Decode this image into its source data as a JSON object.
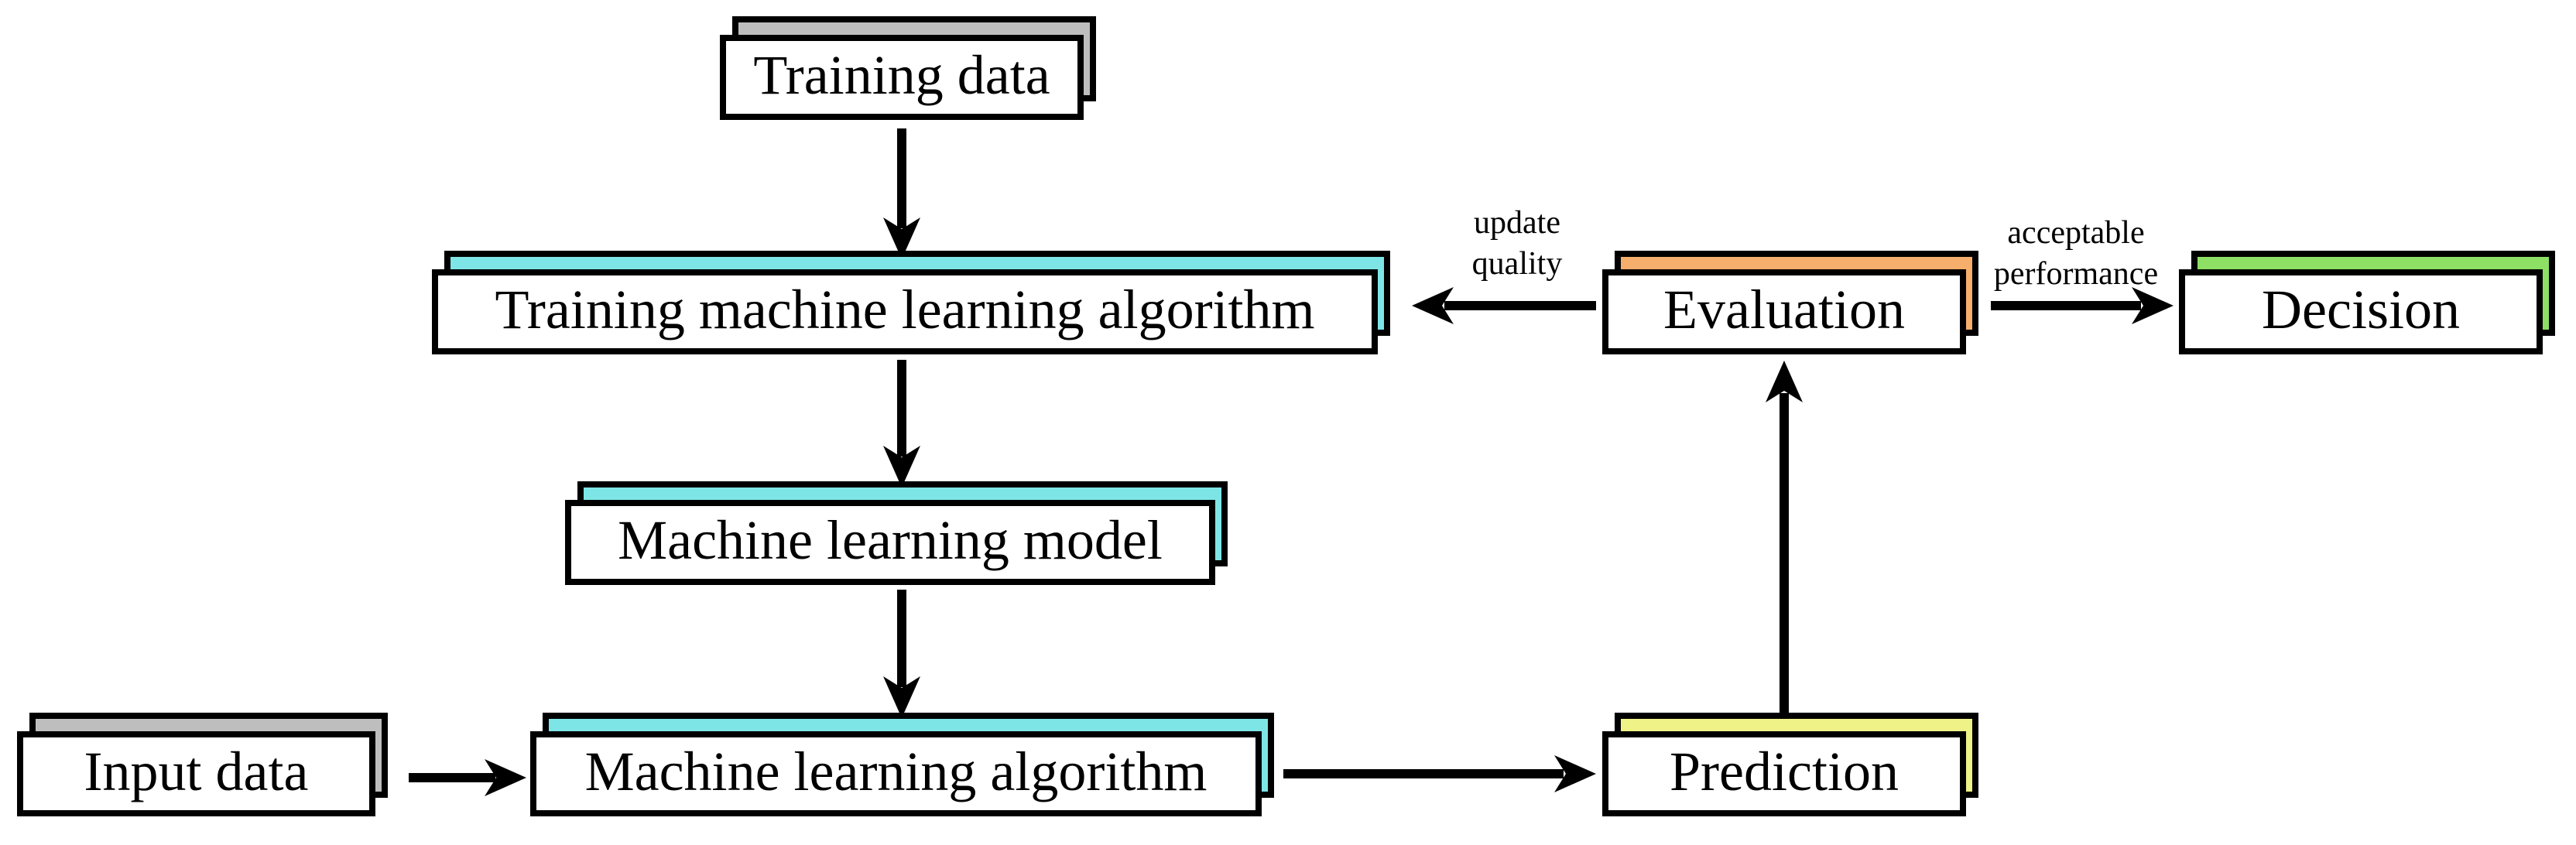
{
  "diagram_type": "flowchart",
  "colors": {
    "stack-gray": "#BEBEBE",
    "stack-cyan": "#7EE5E6",
    "stack-orange": "#F5AE6B",
    "stack-yellow": "#EEF287",
    "stack-green": "#8DE063",
    "border": "#000000",
    "text": "#000000",
    "background": "#FFFFFF"
  },
  "nodes": [
    {
      "id": "training-data",
      "label": "Training data",
      "stack_color": "gray"
    },
    {
      "id": "training-ml-algorithm",
      "label": "Training machine learning algorithm",
      "stack_color": "cyan"
    },
    {
      "id": "machine-learning-model",
      "label": "Machine learning model",
      "stack_color": "cyan"
    },
    {
      "id": "input-data",
      "label": "Input data",
      "stack_color": "gray"
    },
    {
      "id": "machine-learning-algorithm",
      "label": "Machine learning algorithm",
      "stack_color": "cyan"
    },
    {
      "id": "prediction",
      "label": "Prediction",
      "stack_color": "yellow"
    },
    {
      "id": "evaluation",
      "label": "Evaluation",
      "stack_color": "orange"
    },
    {
      "id": "decision",
      "label": "Decision",
      "stack_color": "green"
    }
  ],
  "edge_labels": {
    "update_quality": {
      "line1": "update",
      "line2": "quality"
    },
    "acceptable_performance": {
      "line1": "acceptable",
      "line2": "performance"
    }
  },
  "edges": [
    {
      "from": "Training data",
      "to": "Training machine learning algorithm",
      "label": ""
    },
    {
      "from": "Training machine learning algorithm",
      "to": "Machine learning model",
      "label": ""
    },
    {
      "from": "Machine learning model",
      "to": "Machine learning algorithm",
      "label": ""
    },
    {
      "from": "Input data",
      "to": "Machine learning algorithm",
      "label": ""
    },
    {
      "from": "Machine learning algorithm",
      "to": "Prediction",
      "label": ""
    },
    {
      "from": "Prediction",
      "to": "Evaluation",
      "label": ""
    },
    {
      "from": "Evaluation",
      "to": "Training machine learning algorithm",
      "label": "update quality"
    },
    {
      "from": "Evaluation",
      "to": "Decision",
      "label": "acceptable performance"
    }
  ]
}
